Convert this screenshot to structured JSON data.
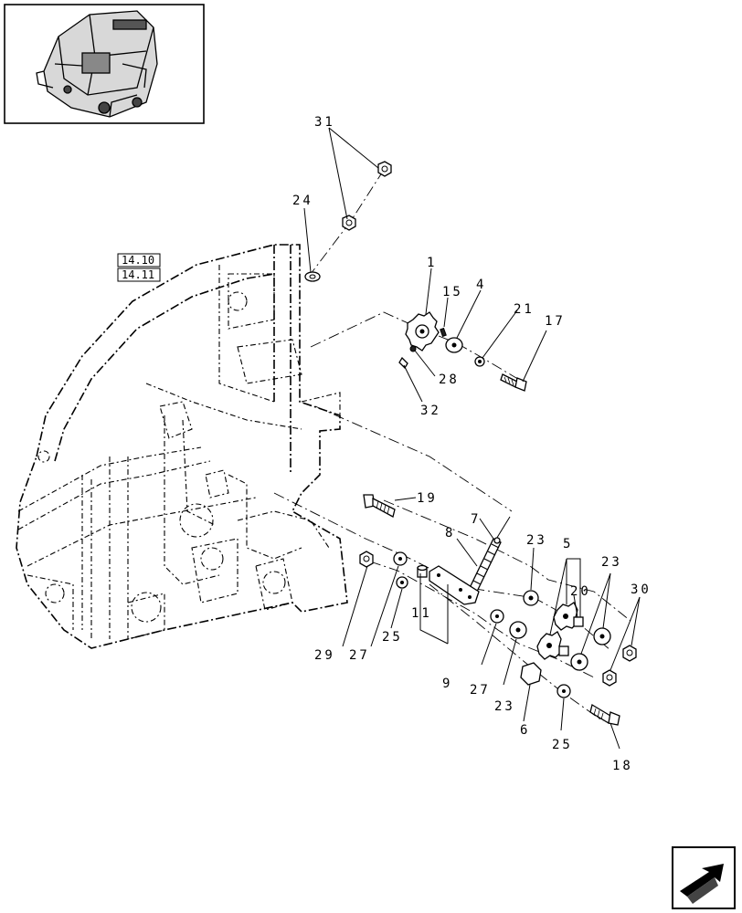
{
  "thumbnail": {
    "icon": "baler-overview-thumbnail"
  },
  "references": [
    "14.10",
    "14.11"
  ],
  "callouts": {
    "c1": "1",
    "c4": "4",
    "c5": "5",
    "c6": "6",
    "c7": "7",
    "c8": "8",
    "c9": "9",
    "c11": "11",
    "c15": "15",
    "c17": "17",
    "c18": "18",
    "c19": "19",
    "c20": "20",
    "c21": "21",
    "c23a": "23",
    "c23b": "23",
    "c23c": "23",
    "c24": "24",
    "c25a": "25",
    "c25b": "25",
    "c27a": "27",
    "c27b": "27",
    "c28": "28",
    "c29": "29",
    "c30": "30",
    "c31": "31",
    "c32": "32"
  },
  "nav": {
    "icon": "previous-page-arrow-icon"
  }
}
